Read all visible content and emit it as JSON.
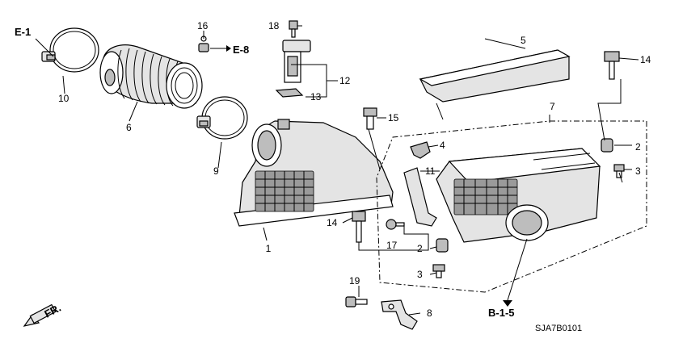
{
  "callouts": {
    "c1": "1",
    "c2a": "2",
    "c2b": "2",
    "c3a": "3",
    "c3b": "3",
    "c4": "4",
    "c5": "5",
    "c6": "6",
    "c7": "7",
    "c8": "8",
    "c9": "9",
    "c10": "10",
    "c11": "11",
    "c12": "12",
    "c13": "13",
    "c14a": "14",
    "c14b": "14",
    "c15": "15",
    "c16": "16",
    "c17": "17",
    "c18": "18",
    "c19": "19"
  },
  "references": {
    "e1": "E-1",
    "e8": "E-8",
    "b15": "B-1-5",
    "fr": "FR."
  },
  "diagram_code": "SJA7B0101"
}
